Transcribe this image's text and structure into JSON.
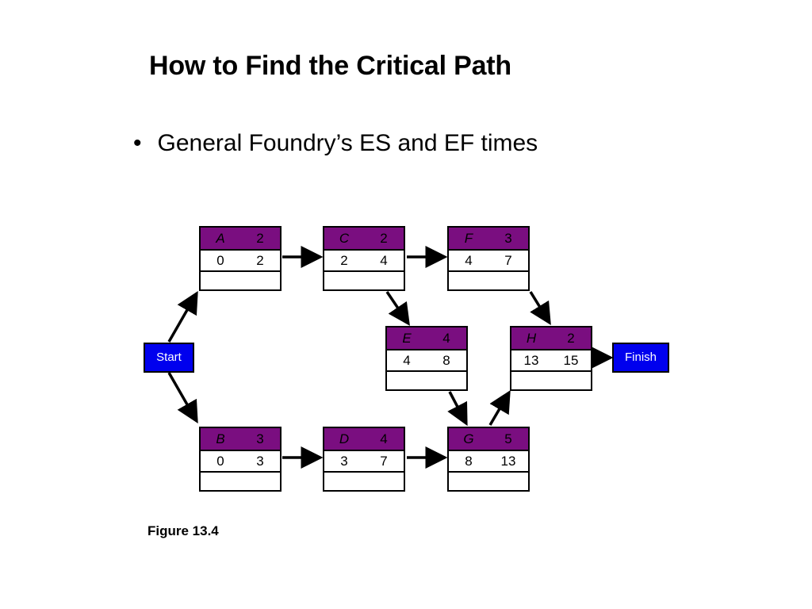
{
  "title": "How to Find the Critical Path",
  "bullet": {
    "marker": "•",
    "text": "General Foundry’s ES and EF times"
  },
  "caption": "Figure 13.4",
  "colors": {
    "node_header": "#7a0e80",
    "terminal": "#0000ee"
  },
  "start": {
    "label": "Start"
  },
  "finish": {
    "label": "Finish"
  },
  "activities": {
    "A": {
      "name": "A",
      "duration": "2",
      "es": "0",
      "ef": "2"
    },
    "B": {
      "name": "B",
      "duration": "3",
      "es": "0",
      "ef": "3"
    },
    "C": {
      "name": "C",
      "duration": "2",
      "es": "2",
      "ef": "4"
    },
    "D": {
      "name": "D",
      "duration": "4",
      "es": "3",
      "ef": "7"
    },
    "E": {
      "name": "E",
      "duration": "4",
      "es": "4",
      "ef": "8"
    },
    "F": {
      "name": "F",
      "duration": "3",
      "es": "4",
      "ef": "7"
    },
    "G": {
      "name": "G",
      "duration": "5",
      "es": "8",
      "ef": "13"
    },
    "H": {
      "name": "H",
      "duration": "2",
      "es": "13",
      "ef": "15"
    }
  },
  "edges": [
    [
      "Start",
      "A"
    ],
    [
      "Start",
      "B"
    ],
    [
      "A",
      "C"
    ],
    [
      "C",
      "F"
    ],
    [
      "C",
      "E"
    ],
    [
      "B",
      "D"
    ],
    [
      "D",
      "G"
    ],
    [
      "E",
      "G"
    ],
    [
      "F",
      "H"
    ],
    [
      "G",
      "H"
    ],
    [
      "H",
      "Finish"
    ]
  ]
}
